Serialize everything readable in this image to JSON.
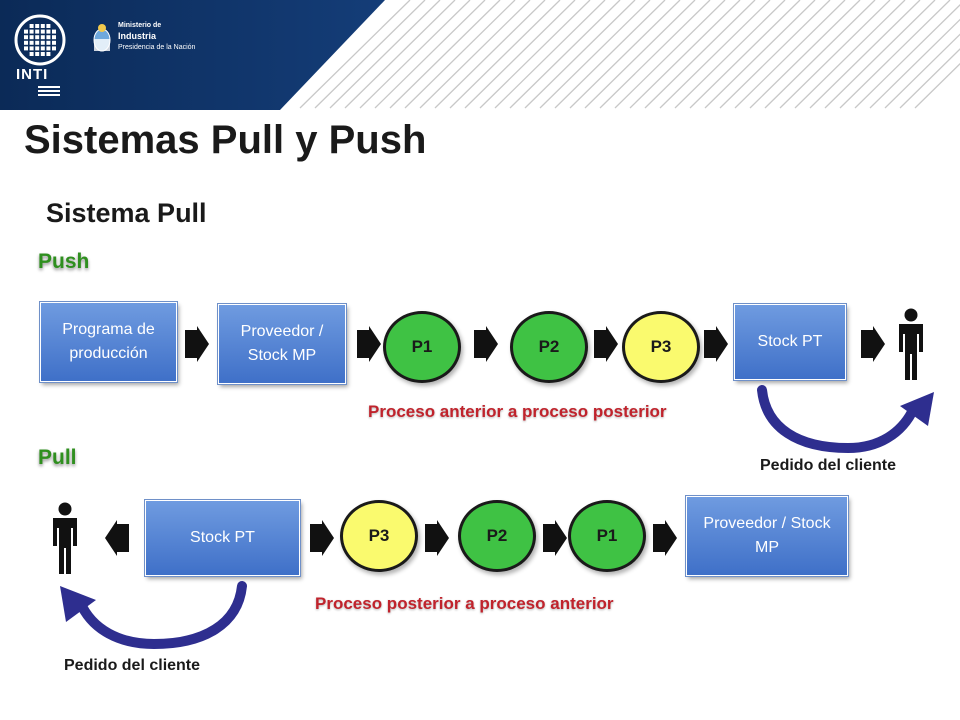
{
  "header": {
    "logo_text": "INTI",
    "ministry_line1": "Ministerio de",
    "ministry_line2": "Industria",
    "ministry_line3": "Presidencia de la Nación"
  },
  "title": "Sistemas Pull y Push",
  "subtitle": "Sistema Pull",
  "push": {
    "label": "Push",
    "boxes": {
      "programa": "Programa de producción",
      "proveedor": "Proveedor / Stock MP",
      "stock": "Stock PT"
    },
    "processes": [
      "P1",
      "P2",
      "P3"
    ],
    "caption": "Proceso anterior a proceso posterior",
    "client_label": "Pedido del cliente"
  },
  "pull": {
    "label": "Pull",
    "boxes": {
      "stock": "Stock PT",
      "proveedor": "Proveedor / Stock MP"
    },
    "processes": [
      "P3",
      "P2",
      "P1"
    ],
    "caption": "Proceso posterior a proceso anterior",
    "client_label": "Pedido del cliente"
  },
  "colors": {
    "header_navy": "#0d2d5c",
    "box_blue": "#4f7fd0",
    "process_green": "#3fc244",
    "process_yellow": "#fafa6e",
    "section_green": "#2f8f1f",
    "caption_red": "#c0232c"
  },
  "icons": [
    "inti-logo-icon",
    "argentina-coat-of-arms-icon",
    "arrow-right-icon",
    "arrow-left-icon",
    "person-icon",
    "curved-arrow-icon"
  ]
}
